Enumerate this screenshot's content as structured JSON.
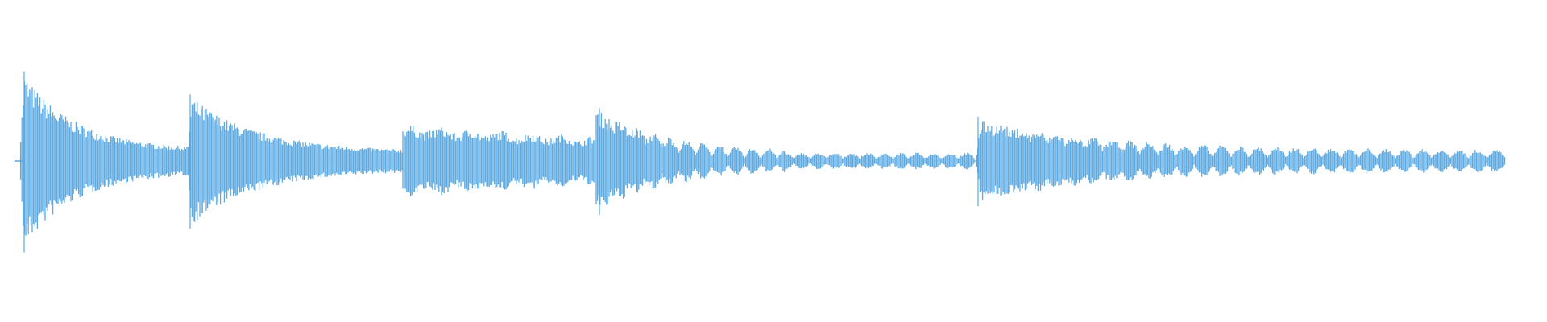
{
  "waveform": {
    "color": "#5DA9E1",
    "background": "#ffffff",
    "segments": [
      {
        "kind": "pluck-decay",
        "peak": 1.0,
        "tail": 0.12
      },
      {
        "kind": "pluck-decay",
        "peak": 0.72,
        "tail": 0.1
      },
      {
        "kind": "sustain-wobble",
        "level": 0.36,
        "tail": 0.22
      },
      {
        "kind": "pulsed-decay",
        "peak": 0.55,
        "tail": 0.09,
        "pulses": 23
      },
      {
        "kind": "pulsed-sustain",
        "peak": 0.45,
        "tail": 0.12,
        "pulses": 29
      }
    ]
  }
}
